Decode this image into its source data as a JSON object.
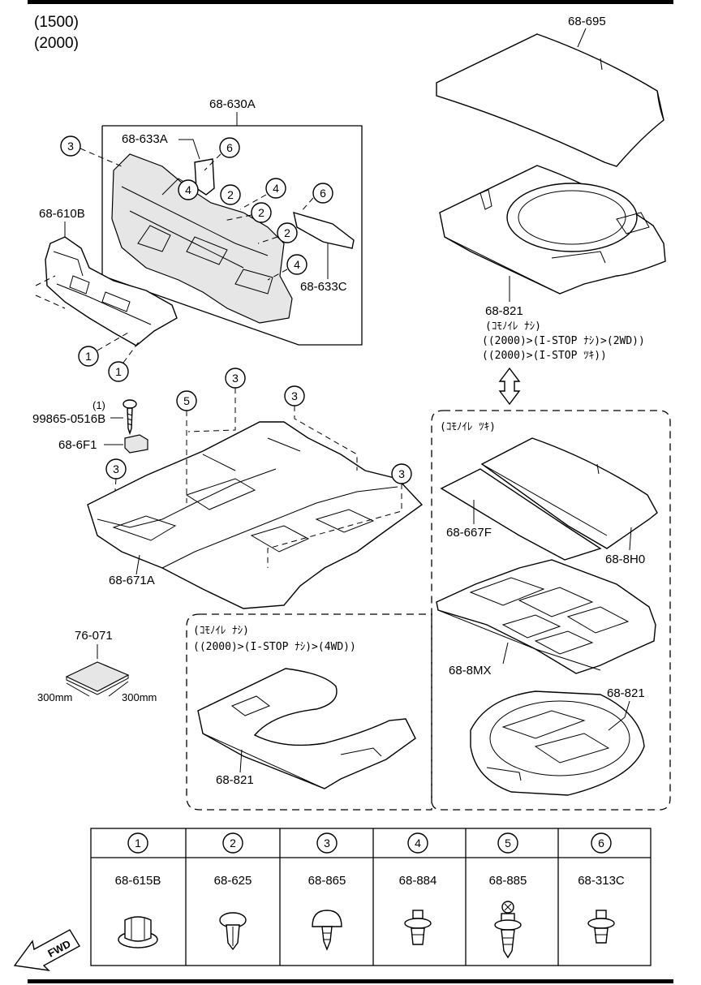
{
  "variants": [
    "(1500)",
    "(2000)"
  ],
  "labels": {
    "p68_695": "68-695",
    "p68_630A": "68-630A",
    "p68_633A": "68-633A",
    "p68_610B": "68-610B",
    "p68_633C": "68-633C",
    "p68_821_top": "68-821",
    "note_top_1": "(ｺﾓﾉｲﾚ ﾅｼ)",
    "note_top_2": "((2000)>(I-STOP ﾅｼ)>(2WD))",
    "note_top_3": "((2000)>(I-STOP ﾂｷ))",
    "qty_1": "(1)",
    "p99865": "99865-0516B",
    "p68_6F1": "68-6F1",
    "p68_671A": "68-671A",
    "note_right": "(ｺﾓﾉｲﾚ ﾂｷ)",
    "p68_667F": "68-667F",
    "p68_8H0": "68-8H0",
    "p68_8MX": "68-8MX",
    "p68_821_right": "68-821",
    "note_mid_1": "(ｺﾓﾉｲﾚ ﾅｼ)",
    "note_mid_2": "((2000)>(I-STOP ﾅｼ)>(4WD))",
    "p68_821_mid": "68-821",
    "p76_071": "76-071",
    "dim_left": "300mm",
    "dim_right": "300mm",
    "fwd": "FWD"
  },
  "callouts": {
    "c1": "1",
    "c2": "2",
    "c3": "3",
    "c4": "4",
    "c5": "5",
    "c6": "6"
  },
  "legend": [
    {
      "num": "1",
      "part": "68-615B"
    },
    {
      "num": "2",
      "part": "68-625"
    },
    {
      "num": "3",
      "part": "68-865"
    },
    {
      "num": "4",
      "part": "68-884"
    },
    {
      "num": "5",
      "part": "68-885"
    },
    {
      "num": "6",
      "part": "68-313C"
    }
  ]
}
